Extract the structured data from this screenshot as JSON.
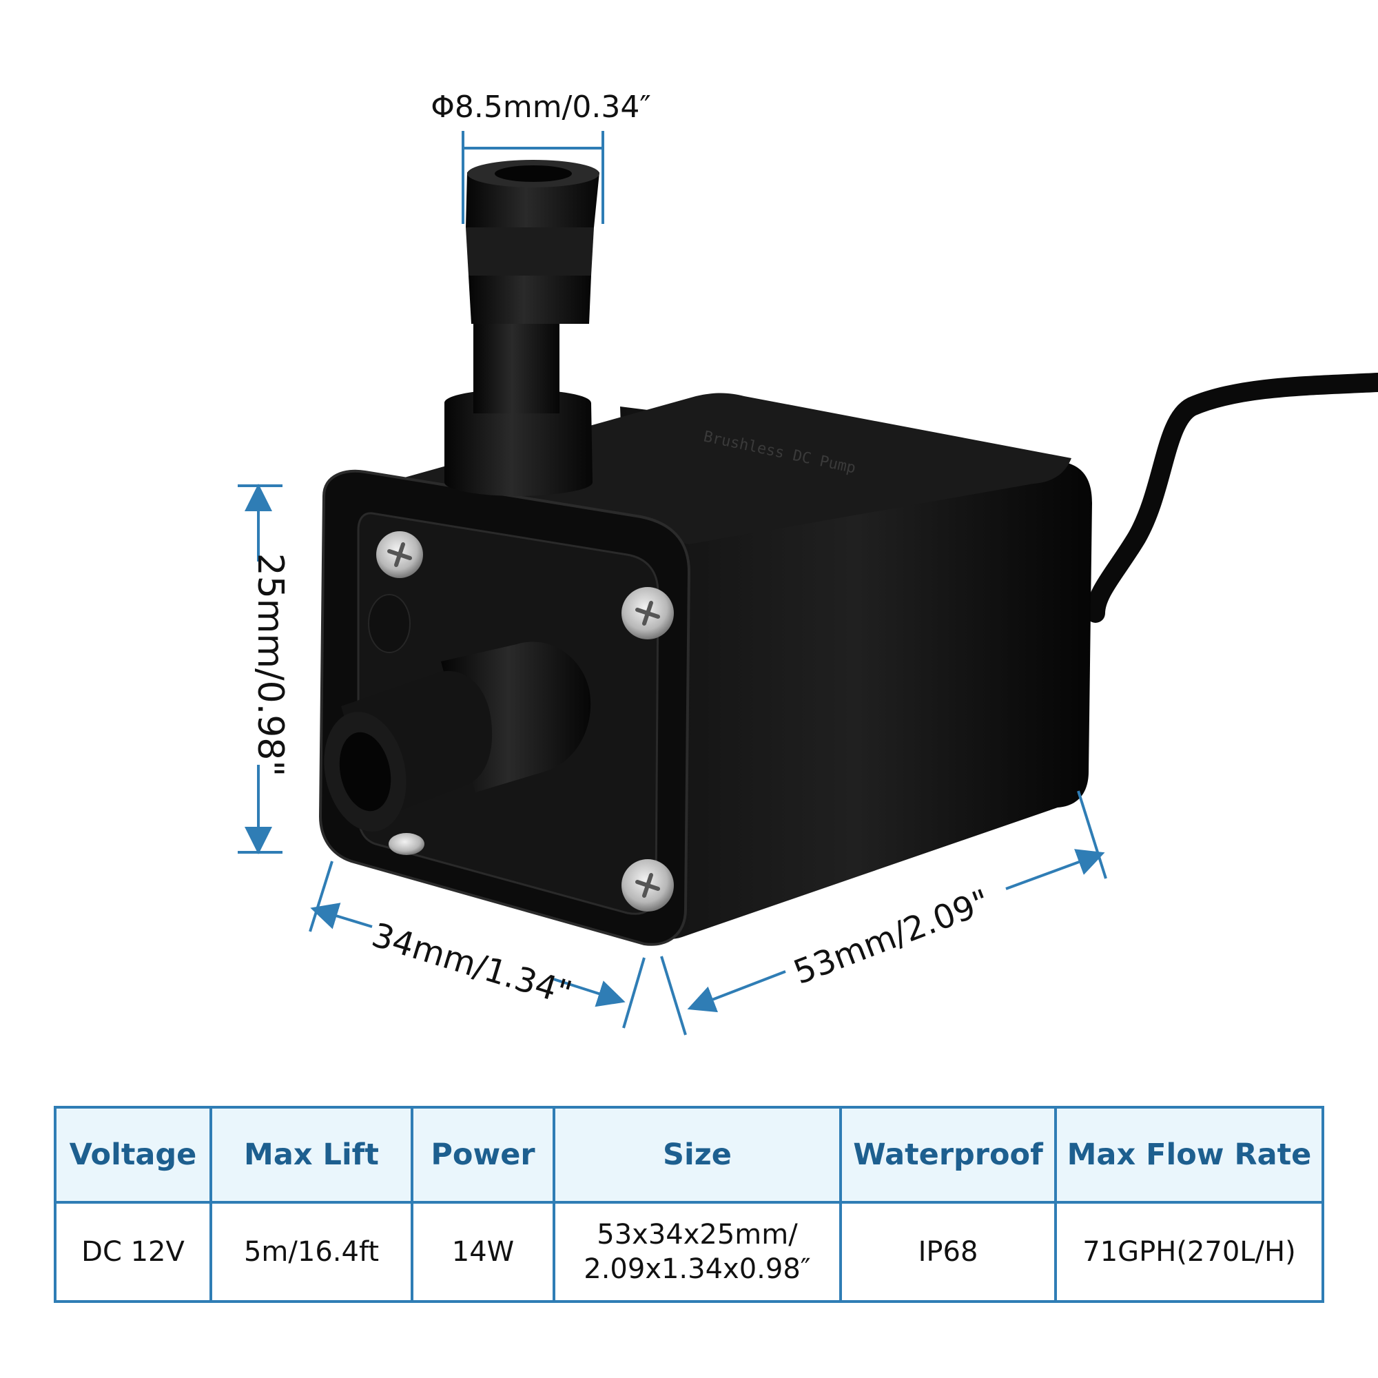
{
  "dimensions": {
    "outlet_diameter": "Φ8.5mm/0.34″",
    "height": "25mm/0.98\"",
    "width": "34mm/1.34\"",
    "length": "53mm/2.09\""
  },
  "colors": {
    "accent": "#2f7db5",
    "header_text": "#1d5f8f",
    "header_bg": "#eaf6fc",
    "pump_body": "#0b0b0b"
  },
  "table": {
    "headers": [
      "Voltage",
      "Max Lift",
      "Power",
      "Size",
      "Waterproof",
      "Max Flow Rate"
    ],
    "values": [
      "DC 12V",
      "5m/16.4ft",
      "14W",
      "53x34x25mm/",
      "IP68",
      "71GPH(270L/H)"
    ],
    "size_line2": "2.09x1.34x0.98″"
  }
}
